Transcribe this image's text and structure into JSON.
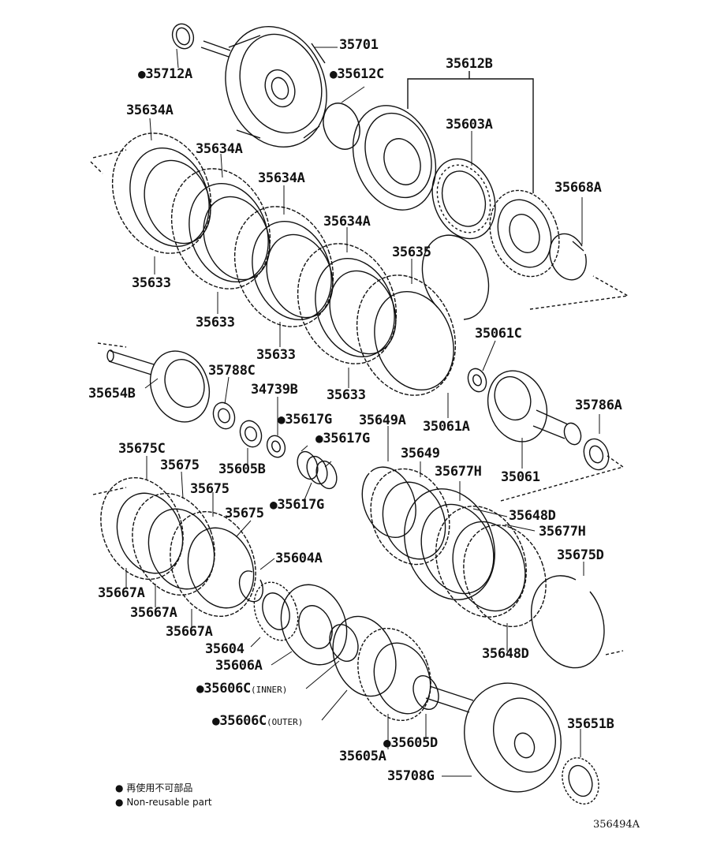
{
  "figure_code": "356494A",
  "legend": {
    "marker": "●",
    "line_jp": "再使用不可部品",
    "line_en": "Non-reusable part"
  },
  "labels": {
    "p35701": "35701",
    "p35712A": "35712A",
    "p35612C": "35612C",
    "p35612B": "35612B",
    "p35603A": "35603A",
    "p35668A": "35668A",
    "p35634A_1": "35634A",
    "p35634A_2": "35634A",
    "p35634A_3": "35634A",
    "p35634A_4": "35634A",
    "p35635": "35635",
    "p35633_1": "35633",
    "p35633_2": "35633",
    "p35633_3": "35633",
    "p35633_4": "35633",
    "p35061C": "35061C",
    "p35061A": "35061A",
    "p35061": "35061",
    "p35786A": "35786A",
    "p35654B": "35654B",
    "p35788C": "35788C",
    "p34739B": "34739B",
    "p35605B": "35605B",
    "p35617G_1": "35617G",
    "p35617G_2": "35617G",
    "p35617G_3": "35617G",
    "p35649A": "35649A",
    "p35649": "35649",
    "p35677H_1": "35677H",
    "p35677H_2": "35677H",
    "p35648D_1": "35648D",
    "p35648D_2": "35648D",
    "p35675C": "35675C",
    "p35675_1": "35675",
    "p35675_2": "35675",
    "p35675_3": "35675",
    "p35675D": "35675D",
    "p35667A_1": "35667A",
    "p35667A_2": "35667A",
    "p35667A_3": "35667A",
    "p35604A": "35604A",
    "p35604": "35604",
    "p35606A": "35606A",
    "p35606C_inner": "35606C",
    "p35606C_inner_sfx": "(INNER)",
    "p35606C_outer": "35606C",
    "p35606C_outer_sfx": "(OUTER)",
    "p35605D": "35605D",
    "p35605A": "35605A",
    "p35651B": "35651B",
    "p35708G": "35708G"
  }
}
